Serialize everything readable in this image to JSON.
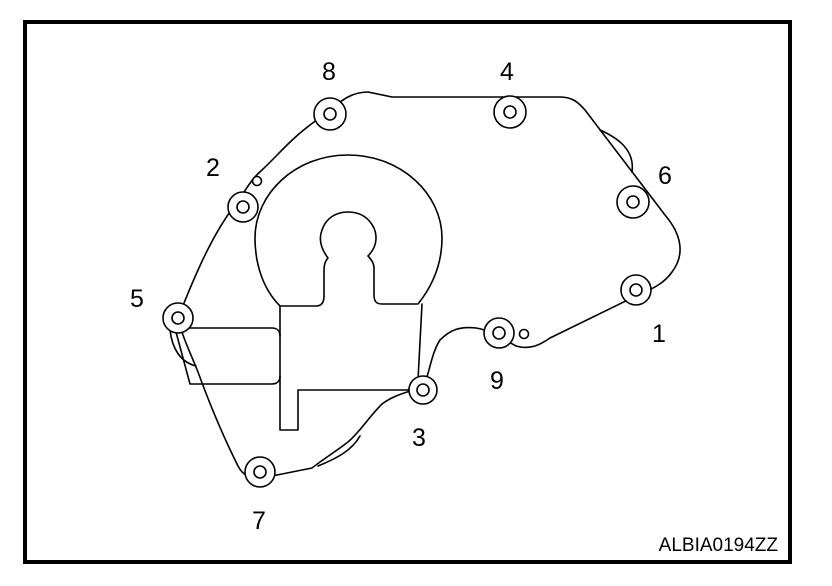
{
  "diagram": {
    "reference_code": "ALBIA0194ZZ",
    "bolts": [
      {
        "id": "1",
        "label": "1"
      },
      {
        "id": "2",
        "label": "2"
      },
      {
        "id": "3",
        "label": "3"
      },
      {
        "id": "4",
        "label": "4"
      },
      {
        "id": "5",
        "label": "5"
      },
      {
        "id": "6",
        "label": "6"
      },
      {
        "id": "7",
        "label": "7"
      },
      {
        "id": "8",
        "label": "8"
      },
      {
        "id": "9",
        "label": "9"
      }
    ]
  }
}
